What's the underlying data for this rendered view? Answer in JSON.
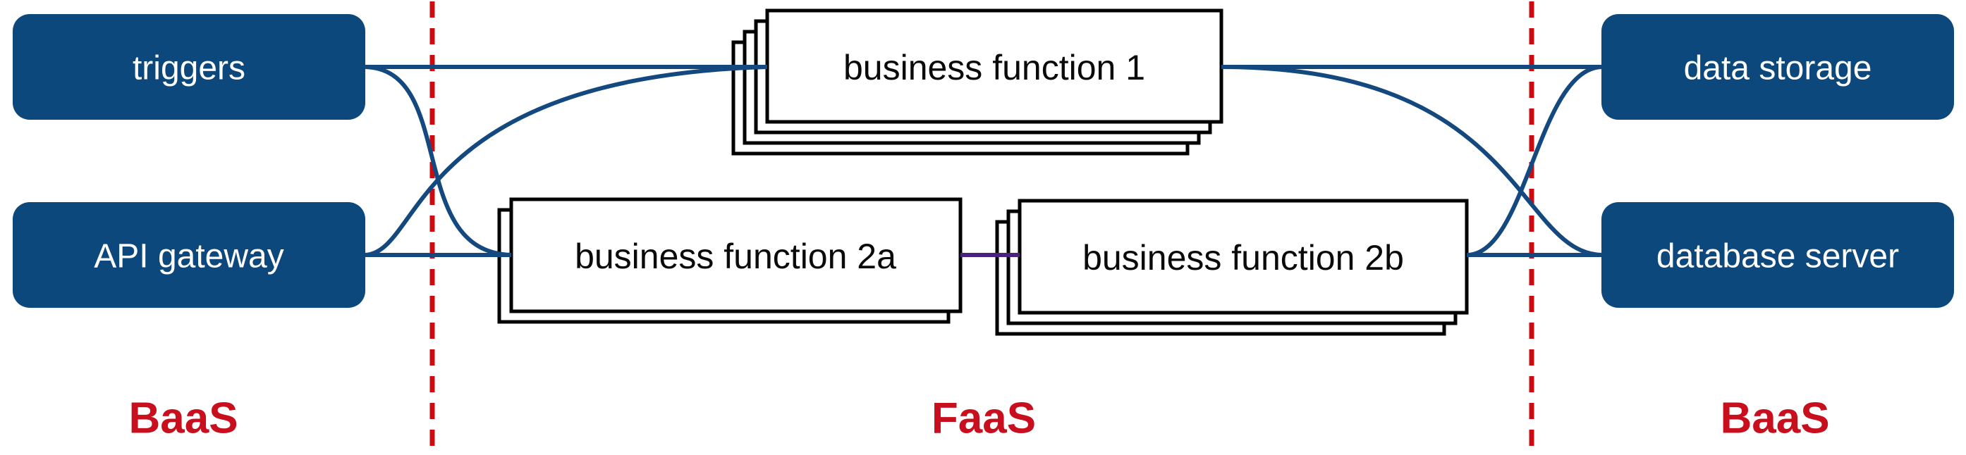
{
  "figure": {
    "nodes": {
      "triggers": "triggers",
      "api_gateway": "API gateway",
      "data_storage": "data storage",
      "database_server": "database server",
      "business_function_1": "business function 1",
      "business_function_2a": "business function 2a",
      "business_function_2b": "business function 2b"
    },
    "zone_labels": {
      "left": "BaaS",
      "center": "FaaS",
      "right": "BaaS"
    },
    "colors": {
      "node_fill": "#0d487c",
      "node_text": "#ffffff",
      "connector_blue": "#14497f",
      "connector_purple": "#4a2080",
      "boundary_red": "#cc0b10",
      "zone_label_red": "#c80f1e",
      "stack_border": "#000000",
      "stack_fill": "#ffffff"
    }
  }
}
